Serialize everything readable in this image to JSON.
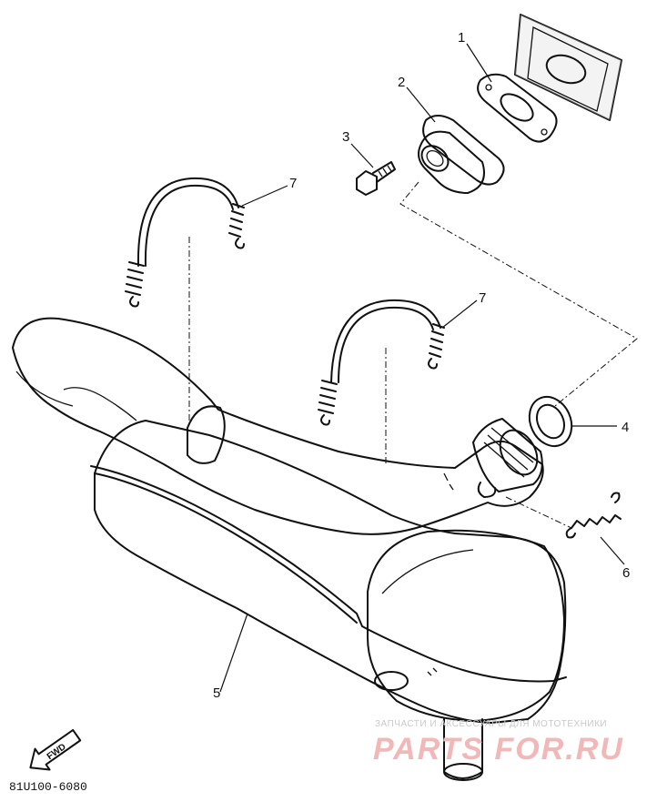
{
  "diagram": {
    "callouts": {
      "p1": "1",
      "p2": "2",
      "p3": "3",
      "p4": "4",
      "p5": "5",
      "p6": "6",
      "p7a": "7",
      "p7b": "7"
    },
    "fwd_label": "FWD",
    "diagram_code": "81U100-6080"
  },
  "watermark": {
    "top_line": "ЗАПЧАСТИ И АКСЕССУАРЫ ДЛЯ МОТОТЕХНИКИ",
    "brand": "PARTS FOR.RU"
  }
}
